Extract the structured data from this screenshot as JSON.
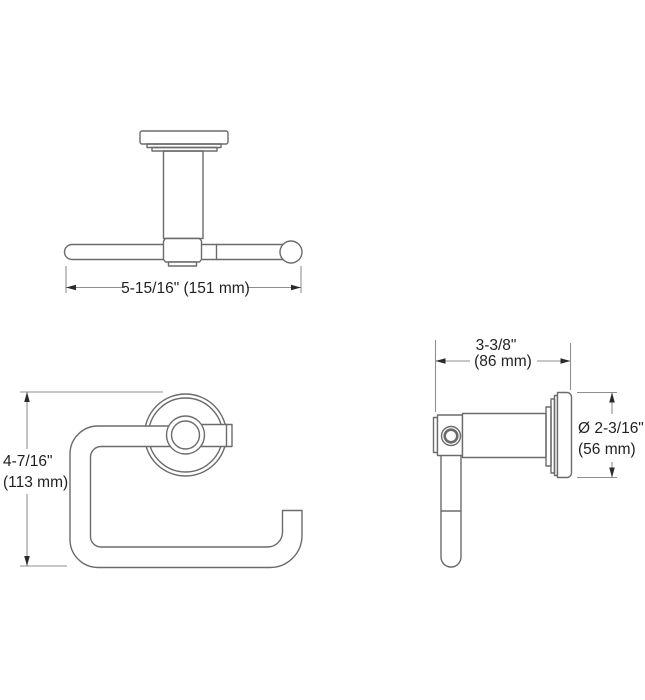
{
  "drawing": {
    "colors": {
      "object_line": "#6b6b6b",
      "dimension_line": "#8f8f8f",
      "arrow": "#2b2b2b",
      "text": "#231f20",
      "background": "#ffffff"
    },
    "views": {
      "top_view": {
        "width_dimension": "5-15/16\" (151 mm)"
      },
      "front_view": {
        "height_dimension_in": "4-7/16\"",
        "height_dimension_mm": "(113 mm)"
      },
      "side_view": {
        "depth_dimension_in": "3-3/8\"",
        "depth_dimension_mm": "(86 mm)",
        "diameter_dimension_in": "Ø 2-3/16\"",
        "diameter_dimension_mm": "(56 mm)"
      }
    }
  }
}
